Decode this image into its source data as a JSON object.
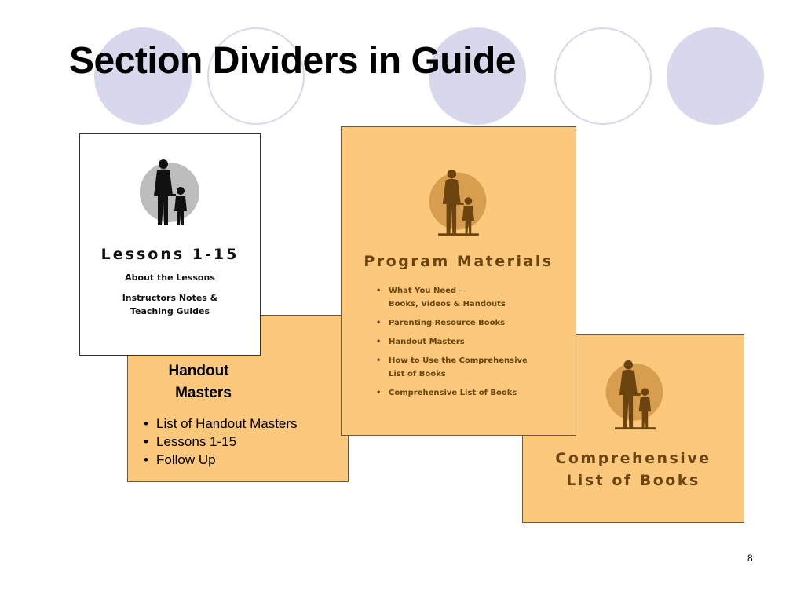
{
  "slide": {
    "title": "Section Dividers in Guide",
    "page_number": "8"
  },
  "cards": {
    "lessons": {
      "heading": "Lessons 1-15",
      "lines": [
        "About the Lessons",
        "Instructors Notes &",
        "Teaching Guides"
      ]
    },
    "handout": {
      "heading_line1": "Handout",
      "heading_line2": "Masters",
      "items": [
        "List of Handout Masters",
        "Lessons 1-15",
        "Follow Up"
      ]
    },
    "program": {
      "heading": "Program Materials",
      "items": [
        {
          "line1": "What You Need –",
          "line2": "Books, Videos & Handouts"
        },
        {
          "line1": "Parenting Resource Books",
          "line2": ""
        },
        {
          "line1": "Handout Masters",
          "line2": ""
        },
        {
          "line1": "How to Use the Comprehensive",
          "line2": "List of Books"
        },
        {
          "line1": "Comprehensive List of Books",
          "line2": ""
        }
      ]
    },
    "comprehensive": {
      "heading_line1": "Comprehensive",
      "heading_line2": "List of Books"
    }
  },
  "colors": {
    "card_orange": "#fcc97c",
    "silhouette_brown": "#6b4410",
    "decor_circle": "#d8d8ec"
  },
  "icons": {
    "silhouette": "parent-and-child-silhouette-icon",
    "decor": "decorative-circle"
  }
}
